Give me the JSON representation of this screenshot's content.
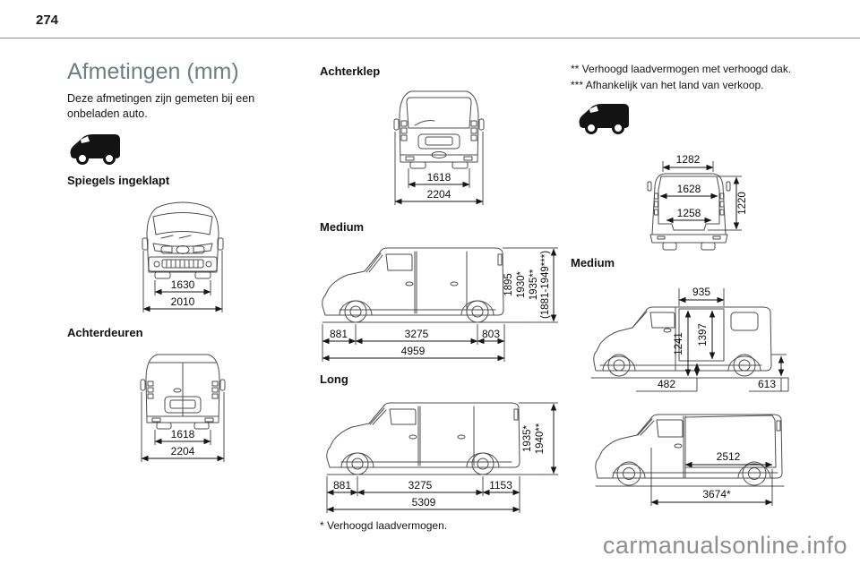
{
  "page": {
    "number": "274",
    "watermark": "carmanualsonline.info"
  },
  "intro": {
    "title": "Afmetingen (mm)",
    "body": "Deze afmetingen zijn gemeten bij een onbeladen auto."
  },
  "headings": {
    "mirrors_folded": "Spiegels ingeklapt",
    "rear_doors": "Achterdeuren",
    "tailgate": "Achterklep",
    "medium": "Medium",
    "long": "Long",
    "medium_right": "Medium"
  },
  "footnotes": {
    "f1": "* Verhoogd laadvermogen.",
    "f2": "** Verhoogd laadvermogen met verhoogd dak.",
    "f3": "*** Afhankelijk van het land van verkoop."
  },
  "dims": {
    "front": {
      "track": "1630",
      "width_mirrors_folded": "2010"
    },
    "rear_doors": {
      "opening": "1618",
      "width": "2204"
    },
    "tailgate": {
      "opening": "1618",
      "width": "2204"
    },
    "side_medium": {
      "front_overhang": "881",
      "wheelbase": "3275",
      "rear_overhang": "803",
      "length": "4959",
      "height_1": "1895",
      "height_2": "1930*",
      "height_3": "1935**",
      "height_range": "(1881-1949***)"
    },
    "side_long": {
      "front_overhang": "881",
      "wheelbase": "3275",
      "rear_overhang": "1153",
      "length": "5309",
      "height_1": "1935*",
      "height_2": "1940**"
    },
    "rear_opening": {
      "top_width": "1282",
      "max_width": "1628",
      "bottom_width": "1258",
      "height": "1220"
    },
    "side_door": {
      "door_width": "935",
      "door_height_front": "1241",
      "door_height_rear": "1397",
      "sill_front": "482",
      "sill_rear": "613"
    },
    "cargo": {
      "load_length": "2512",
      "max_load_length": "3674*"
    }
  }
}
